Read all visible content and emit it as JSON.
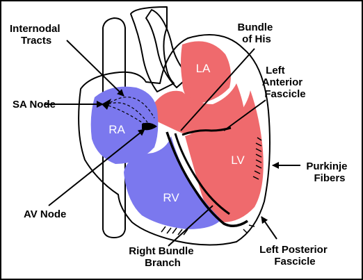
{
  "colors": {
    "right_heart": "#7b78ee",
    "left_heart": "#ef6a6d",
    "outline": "#000000",
    "background": "#ffffff"
  },
  "chambers": {
    "ra": "RA",
    "la": "LA",
    "rv": "RV",
    "lv": "LV"
  },
  "labels": {
    "internodal_tracts": [
      "Internodal",
      "Tracts"
    ],
    "bundle_of_his": [
      "Bundle",
      "of His"
    ],
    "left_anterior_fascicle": [
      "Left",
      "Anterior",
      "Fascicle"
    ],
    "sa_node": "SA Node",
    "purkinje_fibers": [
      "Purkinje",
      "Fibers"
    ],
    "av_node": "AV Node",
    "right_bundle_branch": [
      "Right Bundle",
      "Branch"
    ],
    "left_posterior_fascicle": [
      "Left Posterior",
      "Fascicle"
    ]
  }
}
